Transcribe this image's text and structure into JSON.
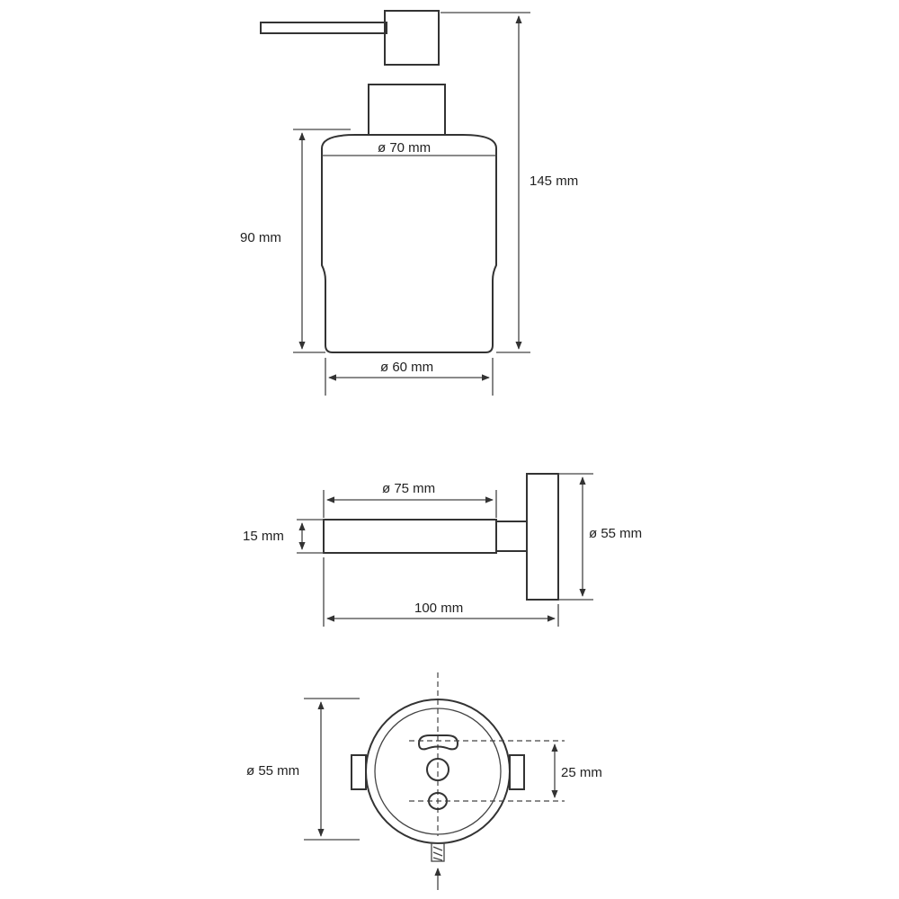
{
  "colors": {
    "line": "#333333",
    "text": "#222222",
    "background": "#ffffff"
  },
  "dispenser": {
    "top_diameter": "ø 70 mm",
    "body_height": "90 mm",
    "total_height": "145 mm",
    "bottom_diameter": "ø 60 mm"
  },
  "holder": {
    "ring_diameter": "ø 75 mm",
    "ring_thickness": "15 mm",
    "base_diameter": "ø 55 mm",
    "total_depth": "100 mm"
  },
  "mount": {
    "plate_diameter": "ø 55 mm",
    "hole_spacing": "25 mm"
  }
}
